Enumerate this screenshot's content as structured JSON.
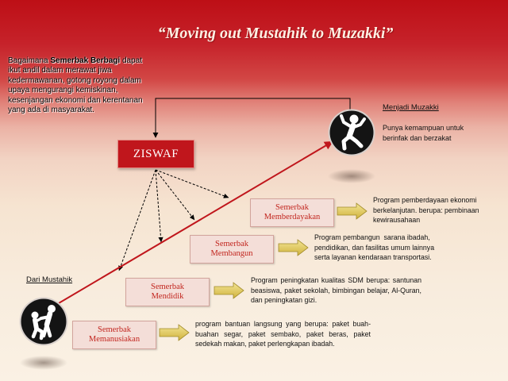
{
  "slide": {
    "title": "“Moving out Mustahik to Muzakki”",
    "intro": {
      "lead": "Bagaimana ",
      "highlight": "Semerbak Berbagi",
      "lead_tail": " dapat",
      "lines": [
        "ikut andil dalam merawat jiwa",
        "kedermawanan, gotong royong dalam",
        "upaya mengurangi kemiskinan,",
        "kesenjangan ekonomi dan kerentanan",
        "yang ada di masyarakat."
      ]
    },
    "source": {
      "label": "ZISWAF"
    },
    "muzakki": {
      "heading": "Menjadi Muzakki",
      "description": [
        "Punya kemampuan untuk",
        "berinfak dan berzakat"
      ],
      "icon": "person-celebrating-icon"
    },
    "mustahik": {
      "heading": "Dari Mustahik",
      "icon": "person-helping-icon"
    },
    "steps": [
      {
        "name": [
          "Semerbak",
          "Memberdayakan"
        ],
        "description": [
          "Program pemberdayaan ekonomi",
          "berkelanjutan. berupa: pembinaan",
          "kewirausahaan"
        ]
      },
      {
        "name": [
          "Semerbak",
          "Membangun"
        ],
        "description": [
          "Program pembangun  sarana ibadah,",
          "pendidikan, dan fasilitas umum lainnya",
          "serta layanan kendaraan transportasi."
        ]
      },
      {
        "name": [
          "Semerbak",
          "Mendidik"
        ],
        "description": [
          "Program peningkatan kualitas SDM berupa: santunan",
          "beasiswa, paket sekolah, bimbingan belajar, Al-Quran,",
          "dan peningkatan gizi."
        ]
      },
      {
        "name": [
          "Semerbak",
          "Memanusiakan"
        ],
        "description": [
          "program bantuan langsung yang berupa: paket buah-",
          "buahan segar, paket sembako, paket beras, paket",
          "sedekah makan, paket perlengkapan ibadah."
        ]
      }
    ],
    "colors": {
      "accent": "#c0161c",
      "step_text": "#c2261f",
      "step_fill": "#f4ded8",
      "step_border": "#d2a49c",
      "icon_bg": "#141414"
    }
  }
}
